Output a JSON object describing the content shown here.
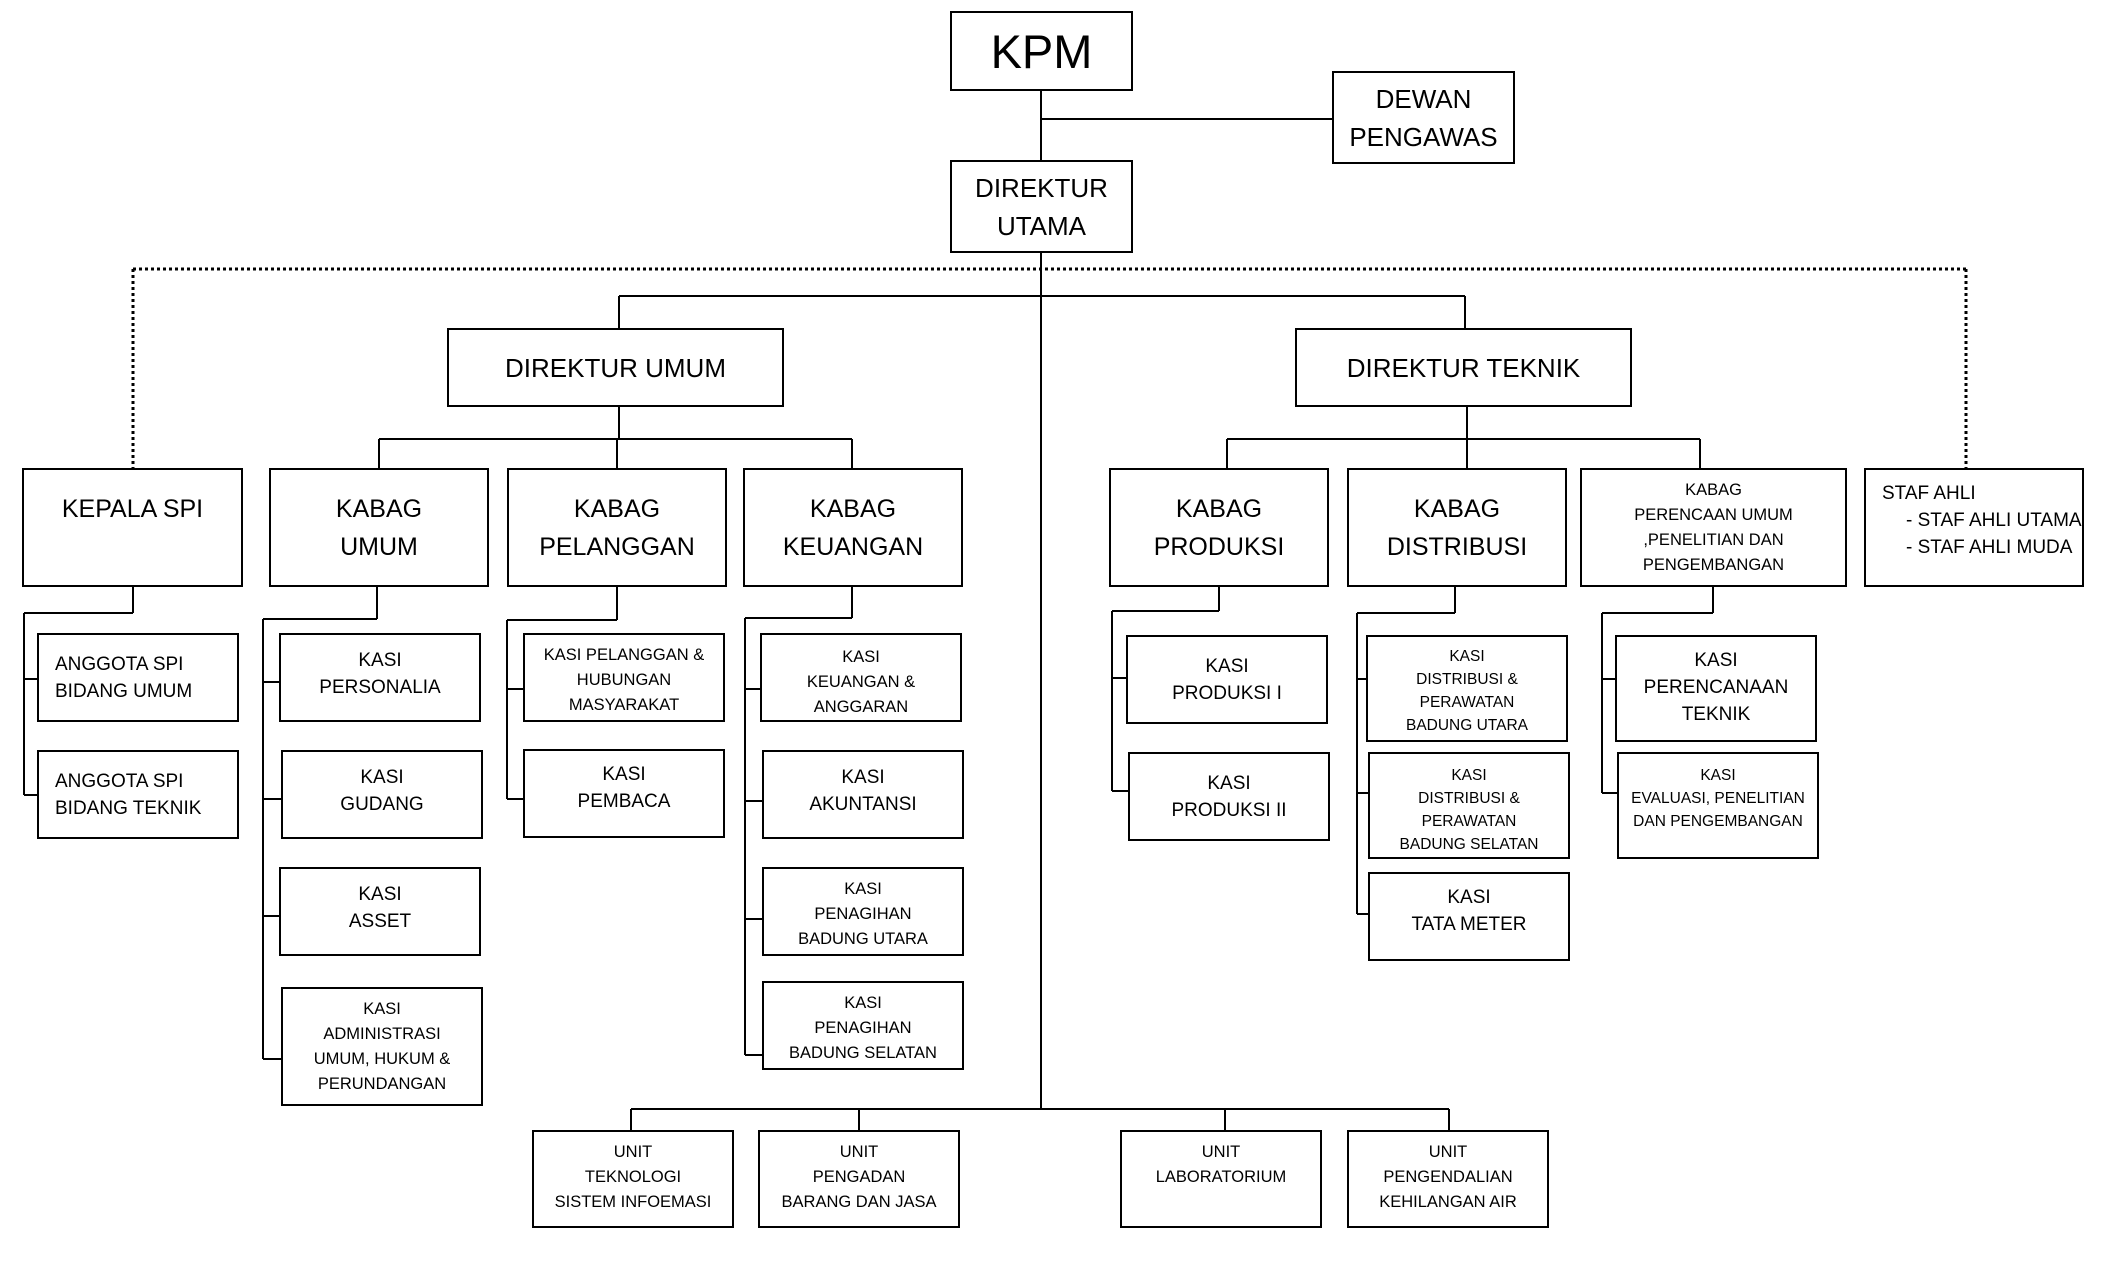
{
  "kpm": [
    "KPM"
  ],
  "dewan_pengawas": [
    "DEWAN",
    "PENGAWAS"
  ],
  "direktur_utama": [
    "DIREKTUR",
    "UTAMA"
  ],
  "direktur_umum": [
    "DIREKTUR UMUM"
  ],
  "direktur_teknik": [
    "DIREKTUR TEKNIK"
  ],
  "kepala_spi": [
    "KEPALA SPI"
  ],
  "anggota_spi_umum": [
    "ANGGOTA SPI",
    "BIDANG UMUM"
  ],
  "anggota_spi_teknik": [
    "ANGGOTA SPI",
    "BIDANG TEKNIK"
  ],
  "kabag_umum": [
    "KABAG",
    "UMUM"
  ],
  "kasi_personalia": [
    "KASI",
    "PERSONALIA"
  ],
  "kasi_gudang": [
    "KASI",
    "GUDANG"
  ],
  "kasi_asset": [
    "KASI",
    "ASSET"
  ],
  "kasi_administrasi": [
    "KASI",
    "ADMINISTRASI",
    "UMUM, HUKUM &",
    "PERUNDANGAN"
  ],
  "kabag_pelanggan": [
    "KABAG",
    "PELANGGAN"
  ],
  "kasi_pelanggan": [
    "KASI PELANGGAN &",
    "HUBUNGAN",
    "MASYARAKAT"
  ],
  "kasi_pembaca": [
    "KASI",
    "PEMBACA"
  ],
  "kabag_keuangan": [
    "KABAG",
    "KEUANGAN"
  ],
  "kasi_keuangan": [
    "KASI",
    "KEUANGAN &",
    "ANGGARAN"
  ],
  "kasi_akuntansi": [
    "KASI",
    "AKUNTANSI"
  ],
  "kasi_penagihan_utara": [
    "KASI",
    "PENAGIHAN",
    "BADUNG UTARA"
  ],
  "kasi_penagihan_selatan": [
    "KASI",
    "PENAGIHAN",
    "BADUNG SELATAN"
  ],
  "kabag_produksi": [
    "KABAG",
    "PRODUKSI"
  ],
  "kasi_produksi_1": [
    "KASI",
    "PRODUKSI I"
  ],
  "kasi_produksi_2": [
    "KASI",
    "PRODUKSI II"
  ],
  "kabag_distribusi": [
    "KABAG",
    "DISTRIBUSI"
  ],
  "kasi_distribusi_utara": [
    "KASI",
    "DISTRIBUSI &",
    "PERAWATAN",
    "BADUNG UTARA"
  ],
  "kasi_distribusi_selatan": [
    "KASI",
    "DISTRIBUSI &",
    "PERAWATAN",
    "BADUNG SELATAN"
  ],
  "kasi_tata_meter": [
    "KASI",
    "TATA METER"
  ],
  "kabag_perencanaan": [
    "KABAG",
    "PERENCAAN UMUM",
    ",PENELITIAN DAN",
    "PENGEMBANGAN"
  ],
  "kasi_perencanaan_teknik": [
    "KASI",
    "PERENCANAAN",
    "TEKNIK"
  ],
  "kasi_evaluasi": [
    "KASI",
    "EVALUASI, PENELITIAN",
    "DAN PENGEMBANGAN"
  ],
  "staf_ahli": {
    "title": "STAF AHLI",
    "items": [
      "-   STAF AHLI UTAMA",
      "-   STAF AHLI MUDA"
    ]
  },
  "unit_ti": [
    "UNIT",
    "TEKNOLOGI",
    "SISTEM INFOEMASI"
  ],
  "unit_pengadaan": [
    "UNIT",
    "PENGADAN",
    "BARANG DAN JASA"
  ],
  "unit_laboratorium": [
    "UNIT",
    "LABORATORIUM"
  ],
  "unit_pengendalian": [
    "UNIT",
    "PENGENDALIAN",
    "KEHILANGAN AIR"
  ]
}
